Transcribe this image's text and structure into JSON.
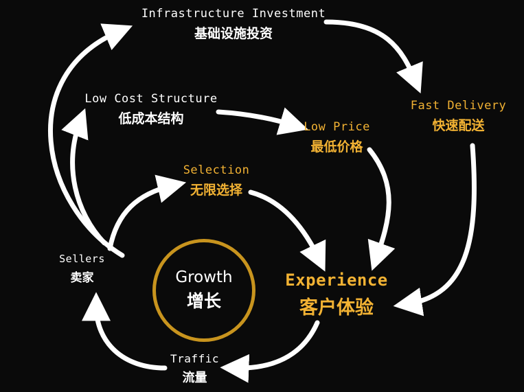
{
  "nodes": {
    "infrastructure": {
      "en": "Infrastructure Investment",
      "zh": "基础设施投资"
    },
    "low_cost": {
      "en": "Low Cost Structure",
      "zh": "低成本结构"
    },
    "fast_delivery": {
      "en": "Fast Delivery",
      "zh": "快速配送"
    },
    "low_price": {
      "en": "Low Price",
      "zh": "最低价格"
    },
    "selection": {
      "en": "Selection",
      "zh": "无限选择"
    },
    "sellers": {
      "en": "Sellers",
      "zh": "卖家"
    },
    "experience": {
      "en": "Experience",
      "zh": "客户体验"
    },
    "traffic": {
      "en": "Traffic",
      "zh": "流量"
    },
    "growth": {
      "en": "Growth",
      "zh": "增长"
    }
  },
  "colors": {
    "accent": "#f2b233",
    "ring": "#c8941e",
    "text": "#ffffff",
    "background": "#0a0a0a"
  }
}
